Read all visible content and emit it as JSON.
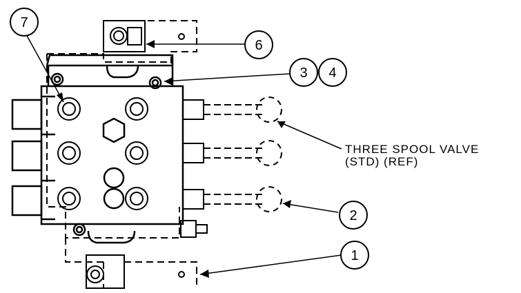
{
  "callouts": {
    "c1": "1",
    "c2": "2",
    "c3": "3",
    "c4": "4",
    "c6": "6",
    "c7": "7"
  },
  "valve_label": {
    "line1": "THREE SPOOL VALVE",
    "line2": "(STD) (REF)"
  }
}
